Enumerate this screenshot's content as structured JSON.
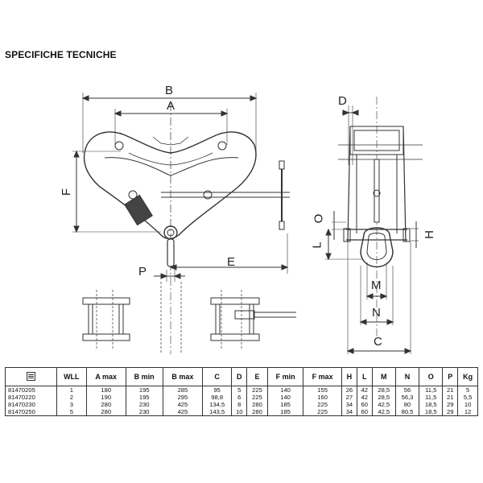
{
  "title": "SPECIFICHE TECNICHE",
  "dimension_labels": {
    "B": "B",
    "A": "A",
    "F": "F",
    "P": "P",
    "E": "E",
    "D": "D",
    "O": "O",
    "L": "L",
    "H": "H",
    "M": "M",
    "N": "N",
    "C": "C"
  },
  "table": {
    "code_header_icon": "document-icon",
    "headers": [
      "WLL",
      "A max",
      "B min",
      "B max",
      "C",
      "D",
      "E",
      "F min",
      "F max",
      "H",
      "L",
      "M",
      "N",
      "O",
      "P",
      "Kg"
    ],
    "rows": [
      [
        "81470205",
        "1",
        "180",
        "195",
        "285",
        "95",
        "5",
        "225",
        "140",
        "155",
        "26",
        "42",
        "28,5",
        "56",
        "11,5",
        "21",
        "5"
      ],
      [
        "81470220",
        "2",
        "190",
        "195",
        "295",
        "98,8",
        "6",
        "225",
        "140",
        "160",
        "27",
        "42",
        "28,5",
        "56,3",
        "11,5",
        "21",
        "5,5"
      ],
      [
        "81470230",
        "3",
        "280",
        "230",
        "425",
        "134,5",
        "8",
        "280",
        "185",
        "225",
        "34",
        "60",
        "42,5",
        "80",
        "18,5",
        "29",
        "10"
      ],
      [
        "81470250",
        "5",
        "280",
        "230",
        "425",
        "143,5",
        "10",
        "280",
        "185",
        "225",
        "34",
        "60",
        "42,5",
        "80,5",
        "18,5",
        "29",
        "12"
      ]
    ]
  }
}
